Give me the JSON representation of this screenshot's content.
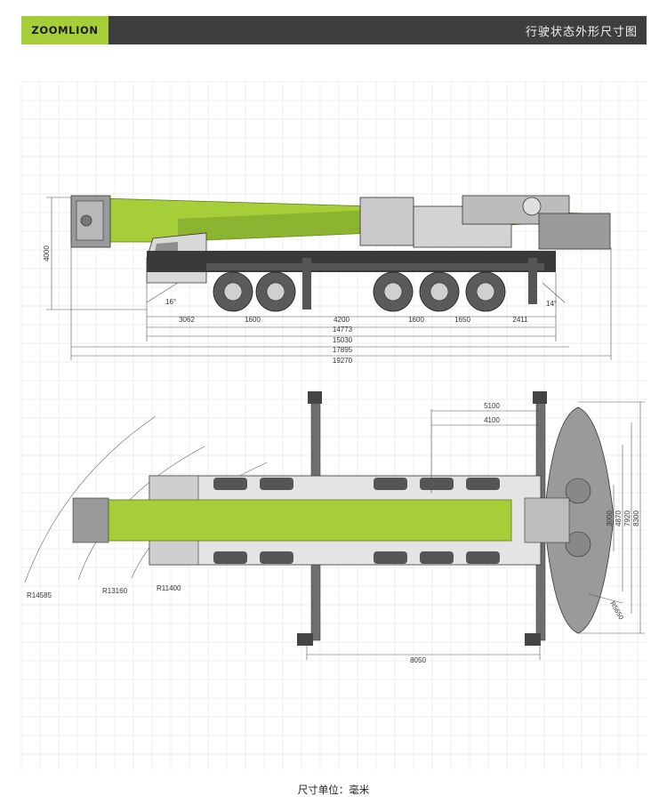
{
  "header": {
    "brand": "ZOOMLION",
    "title": "行驶状态外形尺寸图"
  },
  "colors": {
    "accent": "#a6ce39",
    "dark": "#3d3e40",
    "grid": "#e9e9e9",
    "line": "#555555"
  },
  "side_view": {
    "height": "4000",
    "angle_front": "16°",
    "angle_rear": "14°",
    "axle_dims": [
      "3062",
      "1600",
      "4200",
      "1600",
      "1650",
      "2411"
    ],
    "overall": [
      "14773",
      "15030",
      "17895",
      "19270"
    ]
  },
  "top_view": {
    "outrigger_dims": [
      "5100",
      "4100"
    ],
    "outrigger_spread": "8050",
    "widths": [
      "3000",
      "4870",
      "7920",
      "8300"
    ],
    "radius_tail": "R5650",
    "radii": [
      "R14585",
      "R13160",
      "R11400"
    ]
  },
  "footer": {
    "unit_note": "尺寸单位：毫米"
  }
}
